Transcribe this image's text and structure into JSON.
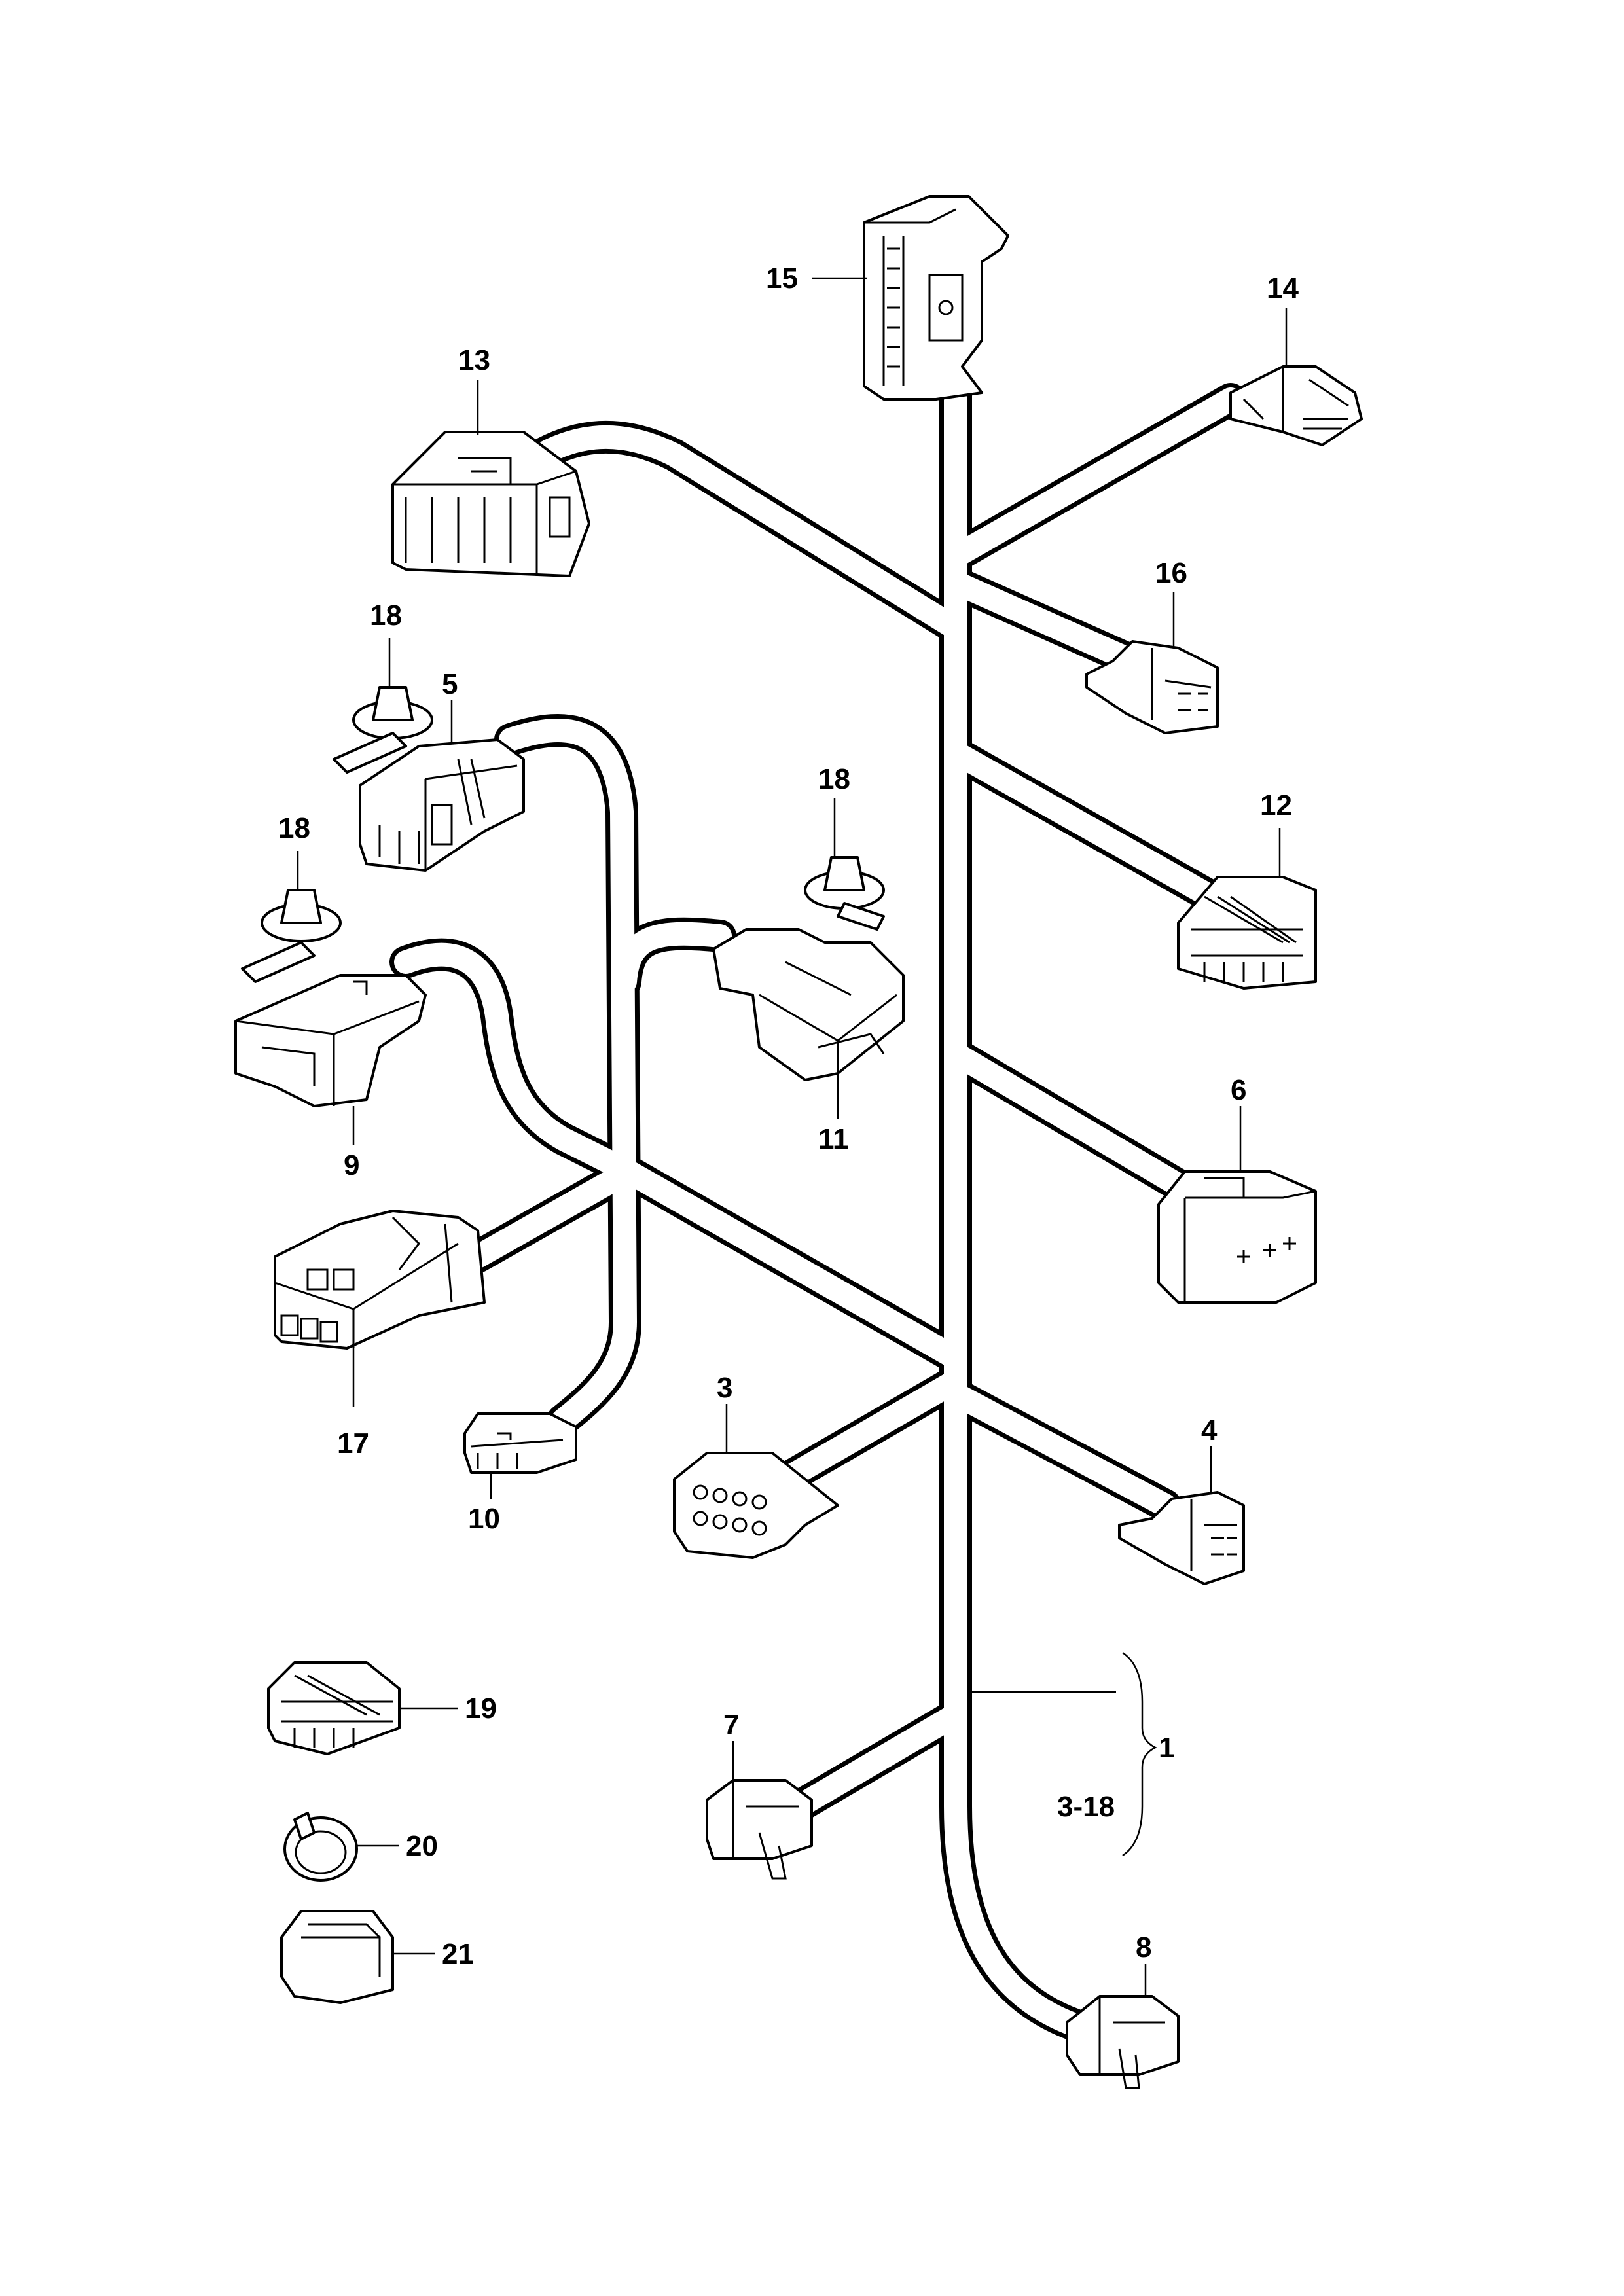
{
  "callouts": {
    "c1": "1",
    "c1_range": "3-18",
    "c3": "3",
    "c4": "4",
    "c5": "5",
    "c6": "6",
    "c7": "7",
    "c8": "8",
    "c9": "9",
    "c10": "10",
    "c11": "11",
    "c12": "12",
    "c13": "13",
    "c14": "14",
    "c15": "15",
    "c16": "16",
    "c17": "17",
    "c18a": "18",
    "c18b": "18",
    "c18c": "18",
    "c19": "19",
    "c20": "20",
    "c21": "21"
  }
}
